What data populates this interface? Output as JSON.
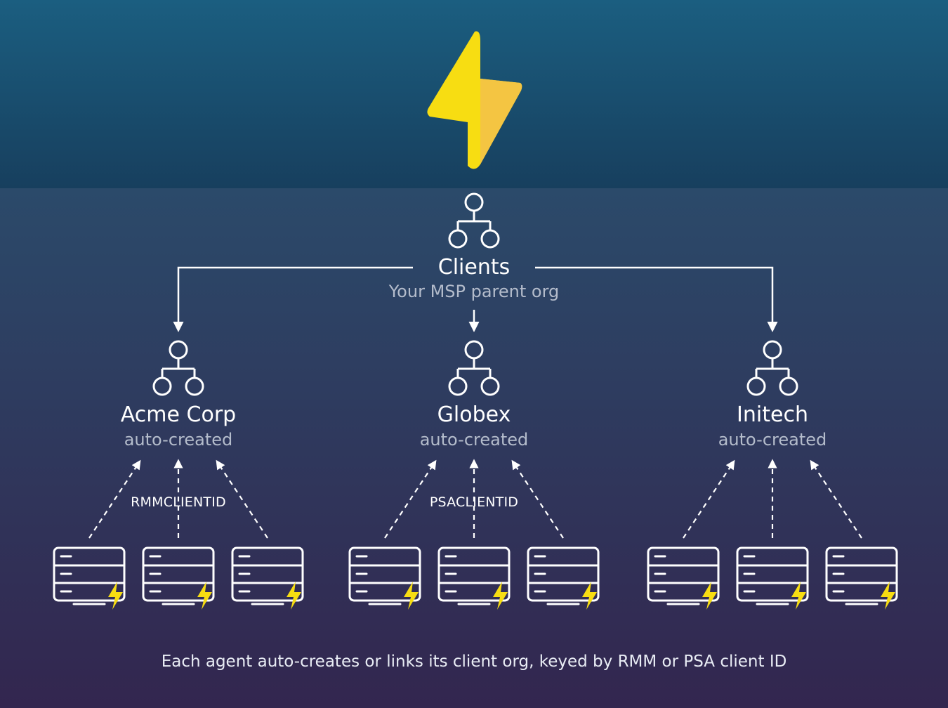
{
  "root": {
    "name": "Clients",
    "subtitle": "Your MSP parent org"
  },
  "orgs": [
    {
      "name": "Acme Corp",
      "subtitle": "auto-created",
      "key_label": "RMMCLIENTID"
    },
    {
      "name": "Globex",
      "subtitle": "auto-created",
      "key_label": "PSACLIENTID"
    },
    {
      "name": "Initech",
      "subtitle": "auto-created",
      "key_label": ""
    }
  ],
  "agents_per_org": 3,
  "caption": "Each agent auto-creates or links its client org, keyed by RMM or PSA client ID",
  "icons": {
    "logo": "lightning-bolt-logo",
    "org": "org-hierarchy-icon",
    "agent": "server-with-bolt-icon"
  },
  "colors": {
    "bg_top": "#1b5e80",
    "bg_band": "#173f5e",
    "bg_bottom": "#33264f",
    "bolt_left": "#f7dd12",
    "bolt_right": "#f4c542",
    "line": "#ffffff",
    "subtitle": "#b4bccb"
  }
}
